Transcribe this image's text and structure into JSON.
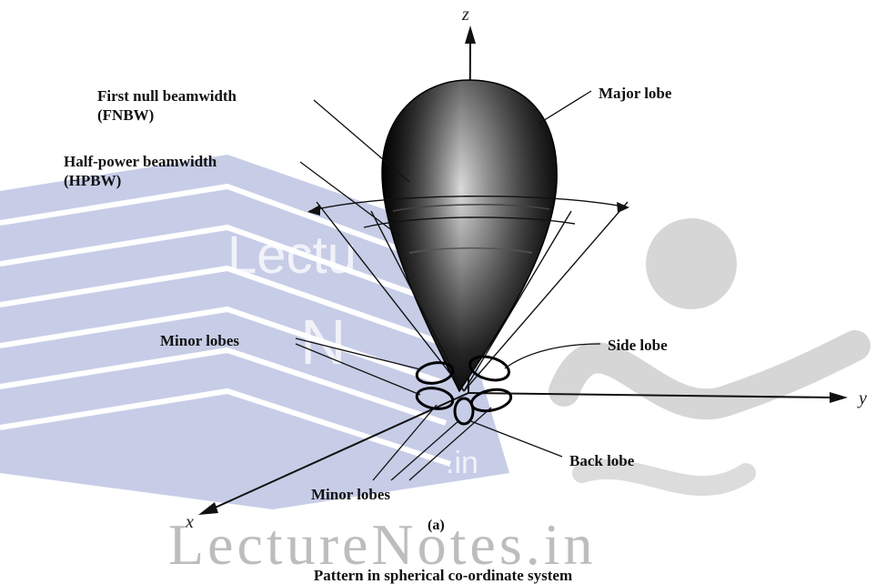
{
  "axes": {
    "z": "z",
    "y": "y",
    "x": "x"
  },
  "labels": {
    "fnbw_line1": "First null beamwidth",
    "fnbw_line2": "(FNBW)",
    "hpbw_line1": "Half-power beamwidth",
    "hpbw_line2": "(HPBW)",
    "major_lobe": "Major lobe",
    "minor_lobes_top": "Minor lobes",
    "side_lobe": "Side lobe",
    "back_lobe": "Back lobe",
    "minor_lobes_bottom": "Minor lobes"
  },
  "subfigure_label": "(a)",
  "caption": "Pattern in spherical co-ordinate system",
  "watermark": {
    "main": "LectureNotes.in",
    "book_text_1": "Lectu",
    "book_text_2": "N",
    "book_text_3": ".in"
  },
  "colors": {
    "watermark_book": "#9aa6d4",
    "watermark_gray": "#c8c8c8",
    "ink": "#111111"
  }
}
